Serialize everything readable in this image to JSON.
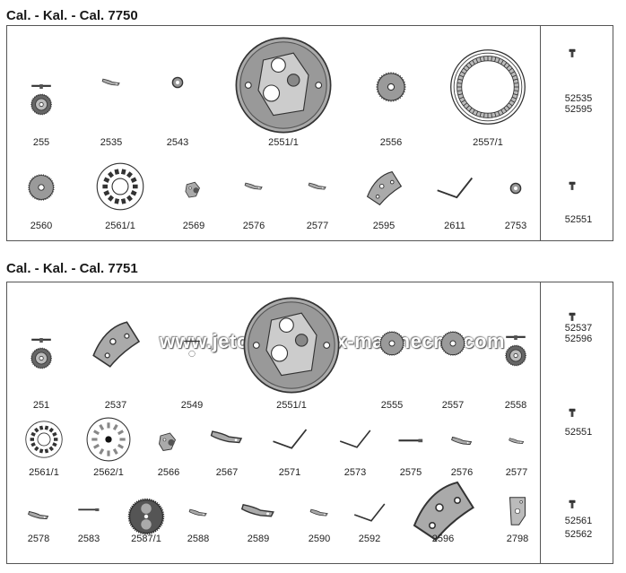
{
  "sections": [
    {
      "title": "Cal. - Kal. - Cal. 7750",
      "parts": [
        {
          "label": "255",
          "icon": "crown-wheel-icon"
        },
        {
          "label": "2535",
          "icon": "lever-icon"
        },
        {
          "label": "2543",
          "icon": "small-ring-icon"
        },
        {
          "label": "2551/1",
          "icon": "movement-plate-icon"
        },
        {
          "label": "2556",
          "icon": "gear-icon"
        },
        {
          "label": "2557/1",
          "icon": "internal-gear-ring-icon"
        },
        {
          "label": "2560",
          "icon": "gear-icon"
        },
        {
          "label": "2561/1",
          "icon": "day-disc-icon"
        },
        {
          "label": "2569",
          "icon": "cam-icon"
        },
        {
          "label": "2576",
          "icon": "lever-icon"
        },
        {
          "label": "2577",
          "icon": "lever-icon"
        },
        {
          "label": "2595",
          "icon": "bridge-icon"
        },
        {
          "label": "2611",
          "icon": "spring-icon"
        },
        {
          "label": "2753",
          "icon": "small-ring-icon"
        }
      ],
      "screws": [
        {
          "labels": [
            "52535",
            "52595"
          ]
        },
        {
          "labels": [
            "52551"
          ]
        }
      ]
    },
    {
      "title": "Cal. - Kal. - Cal. 7751",
      "parts": [
        {
          "label": "251",
          "icon": "crown-wheel-icon"
        },
        {
          "label": "2537",
          "icon": "bridge-icon"
        },
        {
          "label": "2549",
          "icon": "pinion-icon"
        },
        {
          "label": "2551/1",
          "icon": "movement-plate-icon"
        },
        {
          "label": "2555",
          "icon": "gear-icon"
        },
        {
          "label": "2557",
          "icon": "gear-icon"
        },
        {
          "label": "2558",
          "icon": "crown-wheel-icon"
        },
        {
          "label": "2561/1",
          "icon": "day-disc-icon"
        },
        {
          "label": "2562/1",
          "icon": "month-disc-icon"
        },
        {
          "label": "2566",
          "icon": "cam-icon"
        },
        {
          "label": "2567",
          "icon": "lever-icon"
        },
        {
          "label": "2571",
          "icon": "spring-icon"
        },
        {
          "label": "2573",
          "icon": "spring-icon"
        },
        {
          "label": "2575",
          "icon": "key-icon"
        },
        {
          "label": "2576",
          "icon": "lever-icon"
        },
        {
          "label": "2577",
          "icon": "lever-icon"
        },
        {
          "label": "2578",
          "icon": "lever-icon"
        },
        {
          "label": "2583",
          "icon": "key-icon"
        },
        {
          "label": "2587/1",
          "icon": "moon-disc-icon"
        },
        {
          "label": "2588",
          "icon": "lever-icon"
        },
        {
          "label": "2589",
          "icon": "lever-icon"
        },
        {
          "label": "2590",
          "icon": "lever-icon"
        },
        {
          "label": "2592",
          "icon": "spring-icon"
        },
        {
          "label": "2596",
          "icon": "bridge-icon"
        },
        {
          "label": "2798",
          "icon": "plate-icon"
        }
      ],
      "screws": [
        {
          "labels": [
            "52537",
            "52596"
          ]
        },
        {
          "labels": [
            "52551"
          ]
        },
        {
          "labels": [
            "52561",
            "52562"
          ]
        }
      ]
    }
  ],
  "watermark": "www.jetons-royaux-marinecne.com"
}
